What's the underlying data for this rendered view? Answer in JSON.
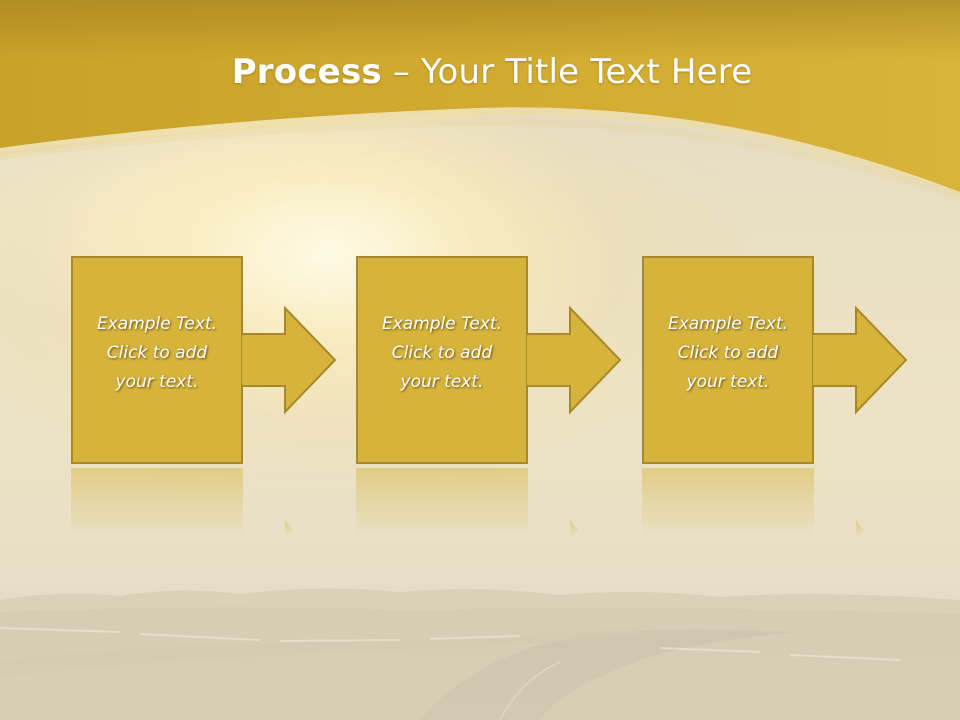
{
  "slide": {
    "title_bold": "Process",
    "title_rest": " – Your Title Text Here"
  },
  "steps": [
    {
      "text": "Example Text.\nClick  to add\nyour text."
    },
    {
      "text": "Example Text.\nClick  to add\nyour text."
    },
    {
      "text": "Example Text.\nClick  to add\nyour text."
    }
  ],
  "colors": {
    "header": "#d5ad2f",
    "step_fill": "#d6b43b",
    "step_border": "#a8882a"
  }
}
